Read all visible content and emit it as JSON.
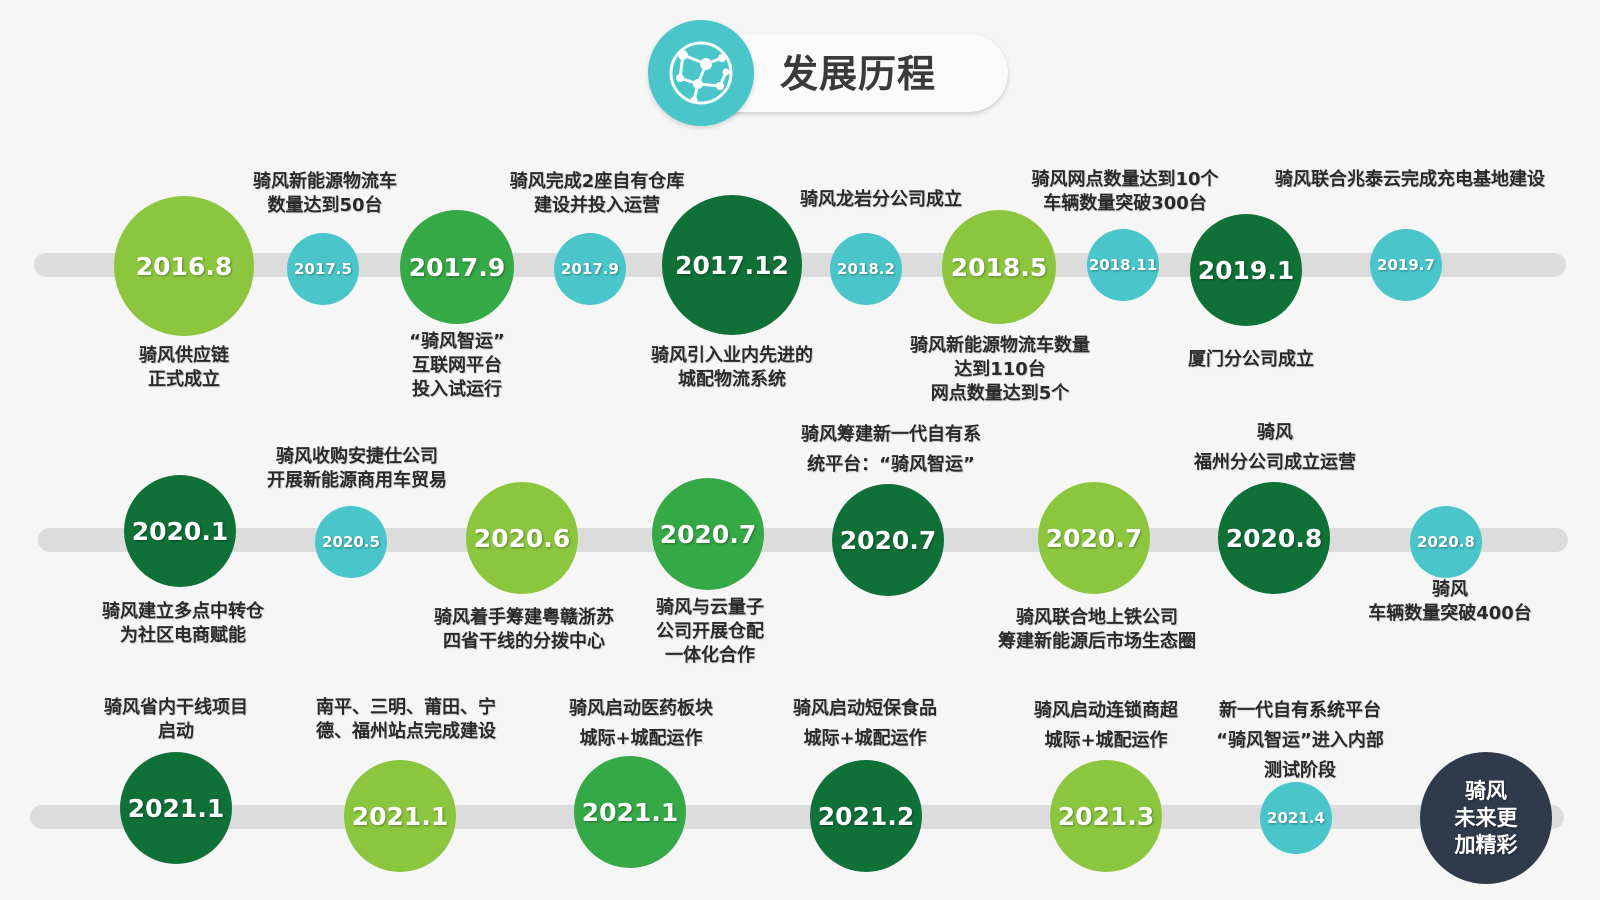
{
  "header": {
    "title": "发展历程",
    "icon": "network-globe-icon",
    "badge_color": "#4ac6ca"
  },
  "colors": {
    "lime": "#8cc63f",
    "green": "#35a946",
    "dark_green": "#0f7038",
    "teal": "#4ac6ca",
    "navy": "#2f3a4b",
    "track": "#dcdcdc"
  },
  "milestones": [
    {
      "date": "2016.8",
      "text": "骑风供应链\n正式成立"
    },
    {
      "date": "2017.5",
      "text": "骑风新能源物流车\n数量达到50台"
    },
    {
      "date": "2017.9",
      "text": "“骑风智运”\n互联网平台\n投入试运行"
    },
    {
      "date": "2017.9",
      "text": "骑风完成2座自有仓库\n建设并投入运营"
    },
    {
      "date": "2017.12",
      "text": "骑风引入业内先进的\n城配物流系统"
    },
    {
      "date": "2018.2",
      "text": "骑风龙岩分公司成立"
    },
    {
      "date": "2018.5",
      "text": "骑风新能源物流车数量\n达到110台\n网点数量达到5个"
    },
    {
      "date": "2018.11",
      "text": "骑风网点数量达到10个\n车辆数量突破300台"
    },
    {
      "date": "2019.1",
      "text": "厦门分公司成立"
    },
    {
      "date": "2019.7",
      "text": "骑风联合兆泰云完成充电基地建设"
    },
    {
      "date": "2020.1",
      "text": "骑风建立多点中转仓\n为社区电商赋能"
    },
    {
      "date": "2020.5",
      "text": "骑风收购安捷仕公司\n开展新能源商用车贸易"
    },
    {
      "date": "2020.6",
      "text": "骑风着手筹建粤赣浙苏\n四省干线的分拨中心"
    },
    {
      "date": "2020.7",
      "text": "骑风与云量子\n公司开展仓配\n一体化合作"
    },
    {
      "date": "2020.7",
      "text": "骑风筹建新一代自有系\n统平台：“骑风智运”"
    },
    {
      "date": "2020.7",
      "text": "骑风联合地上铁公司\n筹建新能源后市场生态圈"
    },
    {
      "date": "2020.8",
      "text": "骑风\n福州分公司成立运营"
    },
    {
      "date": "2020.8",
      "text": "骑风\n车辆数量突破400台"
    },
    {
      "date": "2021.1",
      "text": "骑风省内干线项目\n启动"
    },
    {
      "date": "2021.1",
      "text": "南平、三明、莆田、宁\n德、福州站点完成建设"
    },
    {
      "date": "2021.1",
      "text": "骑风启动医药板块\n城际+城配运作"
    },
    {
      "date": "2021.2",
      "text": "骑风启动短保食品\n城际+城配运作"
    },
    {
      "date": "2021.3",
      "text": "骑风启动连锁商超\n城际+城配运作"
    },
    {
      "date": "2021.4",
      "text": "新一代自有系统平台\n“骑风智运”进入内部\n测试阶段"
    },
    {
      "date": "骑风\n未来更\n加精彩",
      "text": ""
    }
  ]
}
